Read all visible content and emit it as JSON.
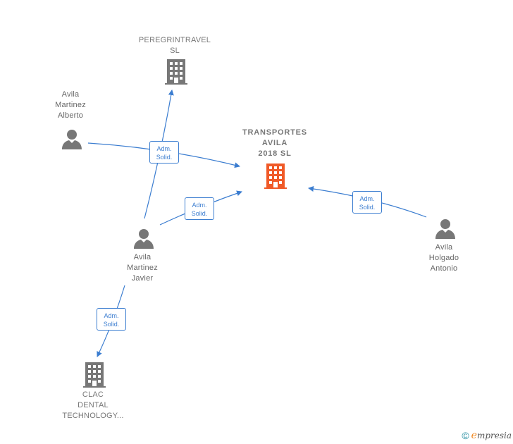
{
  "nodes": {
    "main": {
      "lines": [
        "TRANSPORTES",
        "AVILA",
        "2018  SL"
      ],
      "color": "#f05a28"
    },
    "peregrin": {
      "lines": [
        "PEREGRINTRAVEL",
        "SL"
      ]
    },
    "alberto": {
      "lines": [
        "Avila",
        "Martinez",
        "Alberto"
      ]
    },
    "javier": {
      "lines": [
        "Avila",
        "Martinez",
        "Javier"
      ]
    },
    "antonio": {
      "lines": [
        "Avila",
        "Holgado",
        "Antonio"
      ]
    },
    "clac": {
      "lines": [
        "CLAC",
        "DENTAL",
        "TECHNOLOGY..."
      ]
    }
  },
  "edges": [
    {
      "from": "alberto",
      "to": "main",
      "label": [
        "Adm.",
        "Solid."
      ]
    },
    {
      "from": "javier",
      "to": "peregrin",
      "label": [
        "Adm.",
        "Solid."
      ]
    },
    {
      "from": "javier",
      "to": "main",
      "label": [
        "Adm.",
        "Solid."
      ]
    },
    {
      "from": "antonio",
      "to": "main",
      "label": [
        "Adm.",
        "Solid."
      ]
    },
    {
      "from": "javier",
      "to": "clac",
      "label": [
        "Adm.",
        "Solid."
      ]
    }
  ],
  "colors": {
    "edge": "#3b7dd0",
    "company": "#777777",
    "person": "#777777",
    "main": "#f05a28"
  },
  "icons": {
    "company": "building-icon",
    "person": "person-icon"
  },
  "footer": {
    "copyright": "©",
    "brand_initial": "e",
    "brand_rest": "mpresia"
  }
}
